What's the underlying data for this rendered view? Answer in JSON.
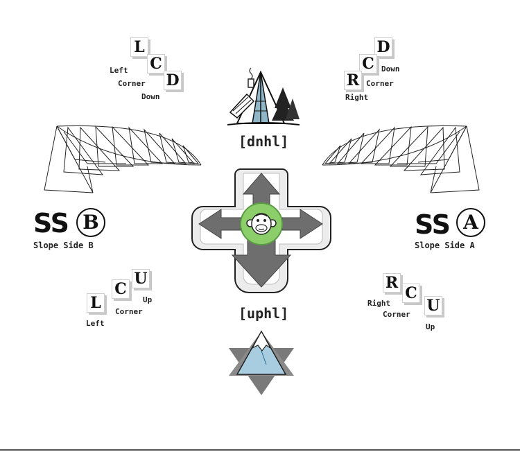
{
  "codes": {
    "top": "[dnhl]",
    "bottom": "[uphl]"
  },
  "left_corner_down": {
    "letters": [
      "L",
      "C",
      "D"
    ],
    "words": [
      "Left",
      "Corner",
      "Down"
    ]
  },
  "right_corner_down": {
    "letters": [
      "D",
      "C",
      "R"
    ],
    "words": [
      "Down",
      "Corner",
      "Right"
    ]
  },
  "left_corner_up": {
    "letters": [
      "L",
      "C",
      "U"
    ],
    "words": [
      "Up",
      "Corner",
      "Left"
    ]
  },
  "right_corner_up": {
    "letters": [
      "R",
      "C",
      "U"
    ],
    "words": [
      "Right",
      "Corner",
      "Up"
    ]
  },
  "slope_side_b": {
    "prefix": "SS",
    "letter": "B",
    "label": "Slope Side B"
  },
  "slope_side_a": {
    "prefix": "SS",
    "letter": "A",
    "label": "Slope Side A"
  },
  "icons": {
    "top": "ski-lodge-icon",
    "bottom": "mountain-icon",
    "center": "monkey-face-icon",
    "arrows": "four-direction-arrows-icon",
    "left_swoop": "ski-trail-swoop-icon",
    "right_swoop": "ski-trail-swoop-icon"
  },
  "colors": {
    "center_green": "#8ccf6a",
    "arrow_gray": "#6e6e6e",
    "mountain_blue": "#a9cde0"
  }
}
